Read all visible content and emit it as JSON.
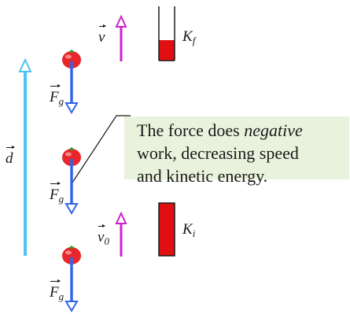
{
  "callout": {
    "line1_prefix": "The force does ",
    "line1_emphasis": "negative",
    "line2": "work, decreasing speed",
    "line3": "and kinetic energy."
  },
  "labels": {
    "displacement": "d",
    "final_velocity": "v",
    "initial_velocity": "v",
    "initial_velocity_subscript": "0",
    "final_kinetic_energy": "K",
    "final_kinetic_energy_subscript": "f",
    "initial_kinetic_energy": "K",
    "initial_kinetic_energy_subscript": "i",
    "gravity_force": "F",
    "gravity_force_subscript": "g"
  },
  "energy_bars": {
    "final_fill_fraction": 0.38,
    "initial_fill_fraction": 1.0
  },
  "colors": {
    "displacement_arrow": "#4dc3f2",
    "velocity_arrow": "#cc22cc",
    "force_arrow": "#3366e6",
    "energy_bar": "#e10f12",
    "tomato": "#e8262b",
    "leaf": "#3f9a2a",
    "callout_bg": "#e9f2dc"
  }
}
